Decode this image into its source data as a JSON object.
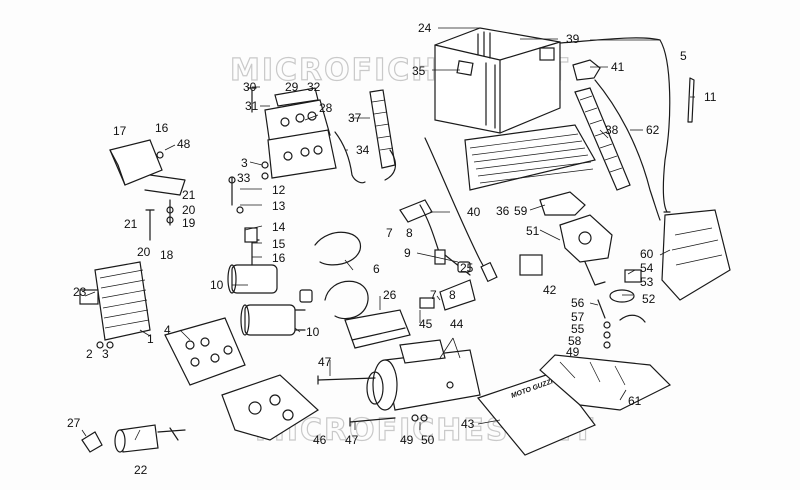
{
  "watermarks": [
    "MICROFICHES.NET",
    "MICROFICHES.NET"
  ],
  "plate_text": "MOTO GUZZI",
  "callouts": [
    "24",
    "39",
    "5",
    "35",
    "41",
    "11",
    "30",
    "29",
    "32",
    "31",
    "28",
    "37",
    "38",
    "62",
    "17",
    "16",
    "48",
    "34",
    "3",
    "33",
    "12",
    "13",
    "36",
    "59",
    "40",
    "7",
    "8",
    "51",
    "21",
    "20",
    "19",
    "21",
    "20",
    "18",
    "14",
    "15",
    "16",
    "9",
    "25",
    "60",
    "54",
    "53",
    "6",
    "10",
    "42",
    "23",
    "2",
    "3",
    "1",
    "4",
    "26",
    "45",
    "7",
    "8",
    "52",
    "56",
    "57",
    "55",
    "58",
    "49",
    "10",
    "44",
    "47",
    "61",
    "27",
    "22",
    "46",
    "47",
    "43",
    "49",
    "50"
  ]
}
